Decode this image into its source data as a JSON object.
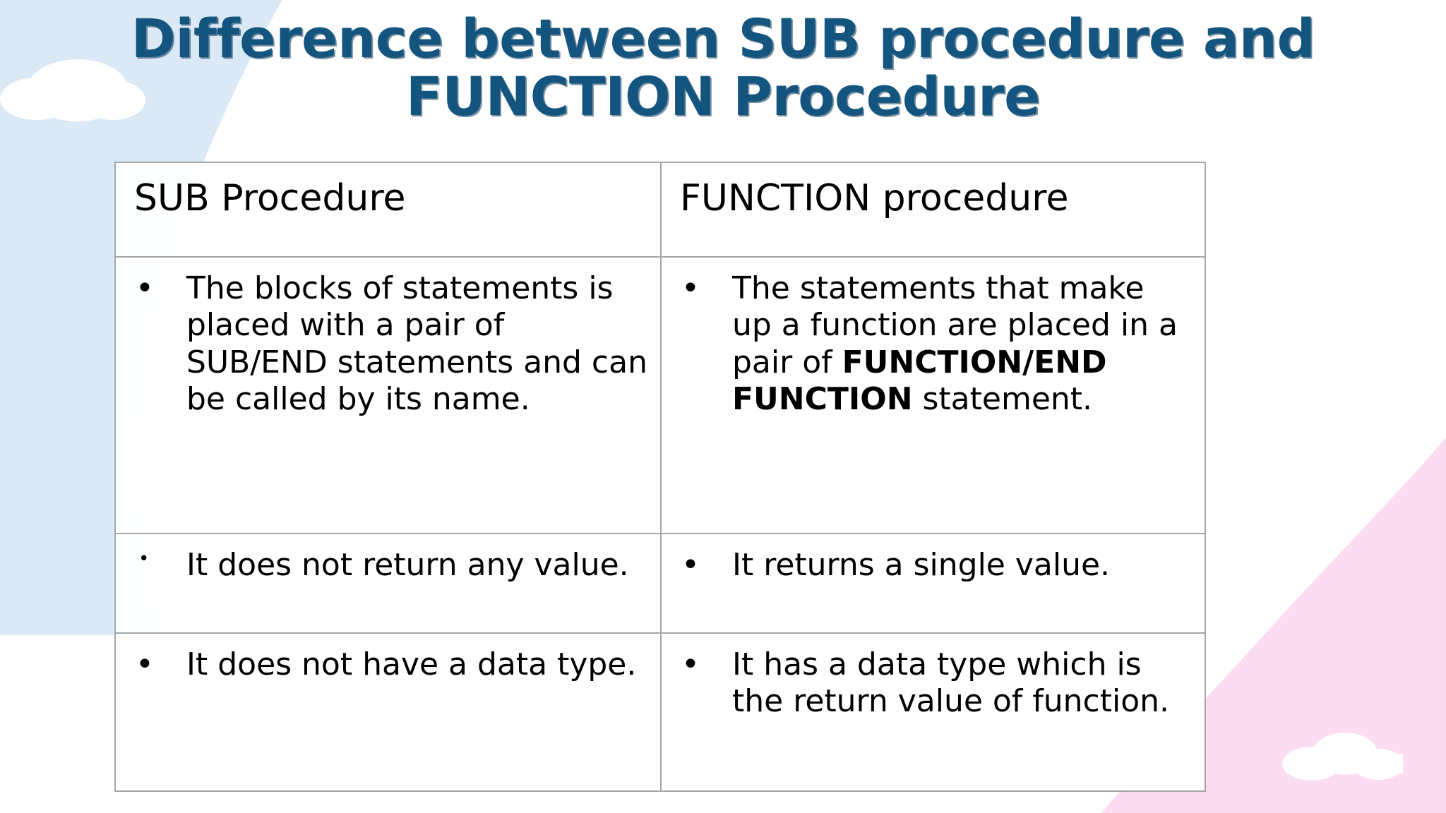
{
  "slide": {
    "title": {
      "line1": "Difference between SUB procedure and",
      "line2": "FUNCTION Procedure",
      "color": "#14557f"
    },
    "decor": {
      "left_blob_color": "#dbe9f7",
      "bottom_right_blob_color": "#fbdcf2",
      "cloud_color": "#ffffff"
    }
  },
  "table": {
    "border_color": "#a6a6aa",
    "headers": [
      "SUB Procedure",
      "FUNCTION procedure"
    ],
    "rows": [
      {
        "left": {
          "bullet": "•",
          "parts": [
            {
              "text": "The blocks of statements is placed with a pair of SUB/END statements and can be called by its name.",
              "bold": false
            }
          ]
        },
        "right": {
          "bullet": "•",
          "parts": [
            {
              "text": "The statements that make up a function are placed in a pair of ",
              "bold": false
            },
            {
              "text": "FUNCTION/END FUNCTION",
              "bold": true
            },
            {
              "text": " statement.",
              "bold": false
            }
          ]
        }
      },
      {
        "left": {
          "bullet": "•",
          "parts": [
            {
              "text": "It does not return any value.",
              "bold": false
            }
          ]
        },
        "right": {
          "bullet": "•",
          "parts": [
            {
              "text": "It returns a single value.",
              "bold": false
            }
          ]
        }
      },
      {
        "left": {
          "bullet": "•",
          "parts": [
            {
              "text": "It does not have a data type.",
              "bold": false
            }
          ]
        },
        "right": {
          "bullet": "•",
          "parts": [
            {
              "text": "It has a data type which is the return value of function.",
              "bold": false
            }
          ]
        }
      }
    ]
  }
}
